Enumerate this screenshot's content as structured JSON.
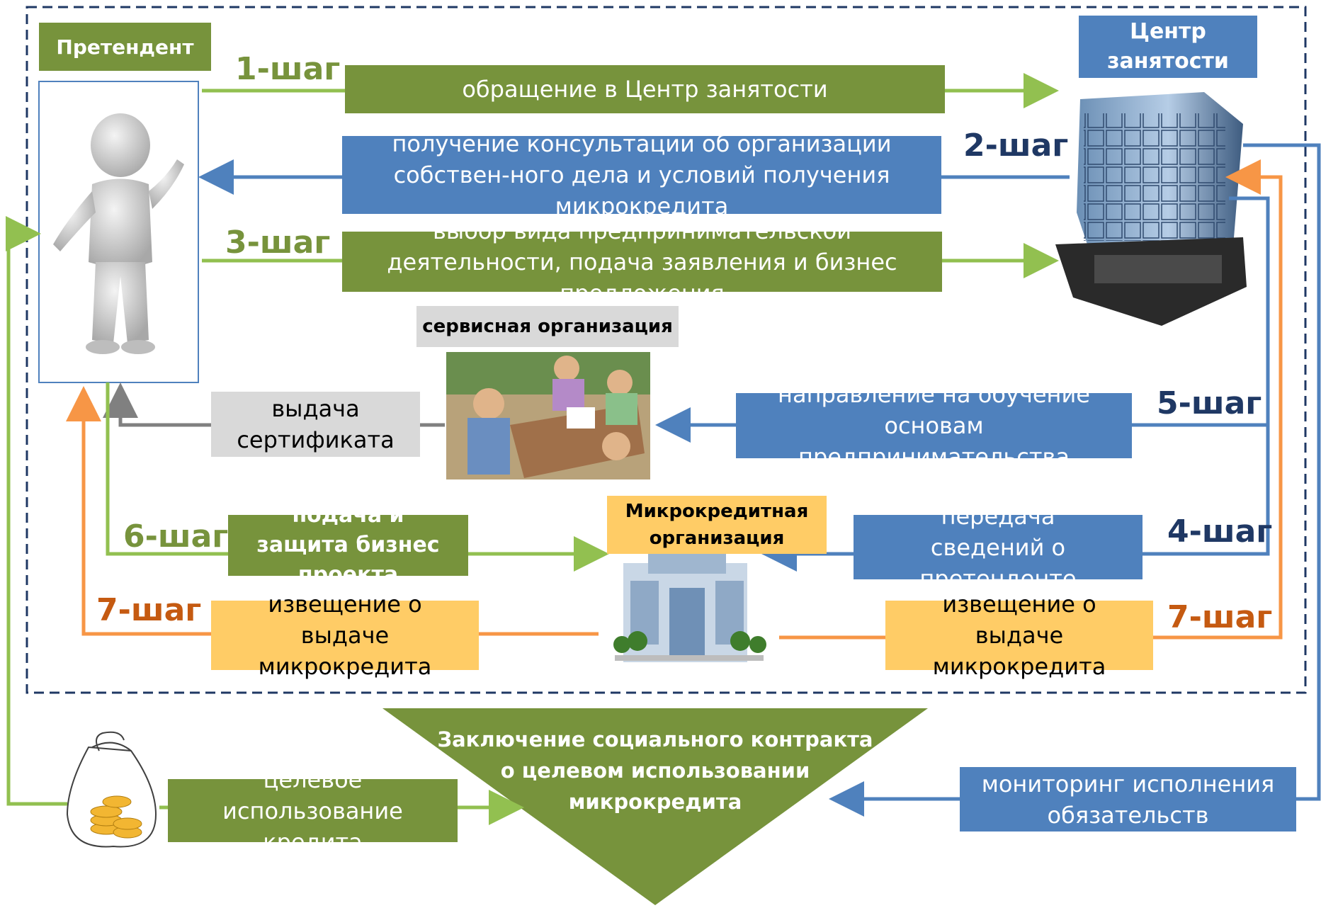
{
  "colors": {
    "green": "#77933c",
    "light_green_arrow": "#92c050",
    "blue": "#4f81bd",
    "dark_blue": "#1f3864",
    "orange": "#f79646",
    "dark_orange": "#c55a11",
    "gray": "#d9d9d9",
    "yellow": "#ffcc66",
    "dashed_border": "#1f3864"
  },
  "actors": {
    "applicant": "Претендент",
    "employment_center": "Центр занятости",
    "service_org": "сервисная организация",
    "microcredit_org": "Микрокредитная организация"
  },
  "steps": {
    "s1": "1-шаг",
    "s2": "2-шаг",
    "s3": "3-шаг",
    "s4": "4-шаг",
    "s5": "5-шаг",
    "s6": "6-шаг",
    "s7_left": "7-шаг",
    "s7_right": "7-шаг"
  },
  "boxes": {
    "appeal": "обращение в Центр занятости",
    "consultation": "получение консультации об организации собствен-ного дела и условий получения микрокредита",
    "choice": "выбор вида предпринимательской деятельности, подача заявления  и бизнес предложения",
    "certificate": "выдача сертификата",
    "training": "направление на обучение основам предпринимательства",
    "defense": "подача и защита бизнес проекта",
    "transfer": "передача сведений о претенденте",
    "notice_left": "извещение о выдаче микрокредита",
    "notice_right": "извещение о выдаче микрокредита",
    "targeted_use": "целевое использование кредита",
    "monitoring": "мониторинг  исполнения обязательств"
  },
  "contract": "Заключение социального контракта о целевом использовании микрокредита"
}
